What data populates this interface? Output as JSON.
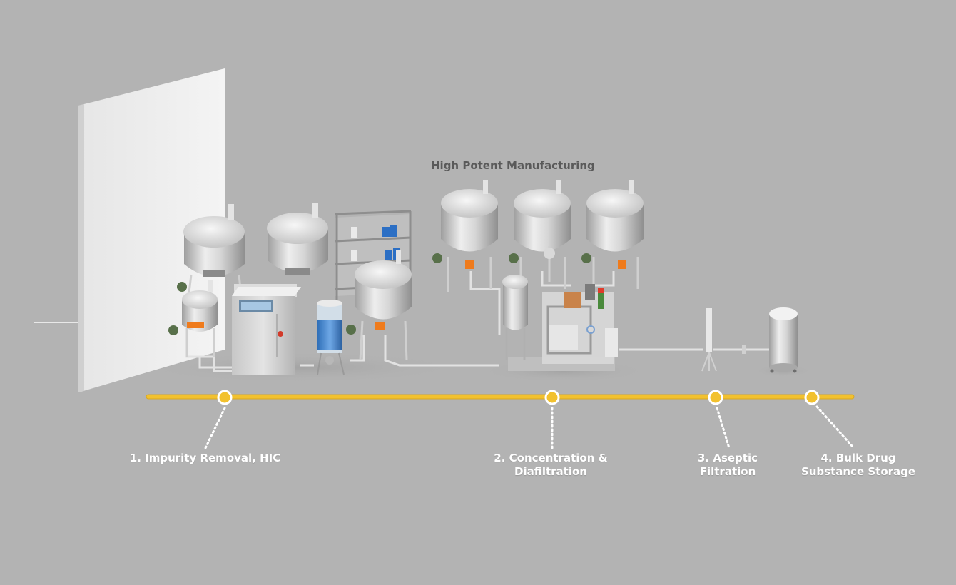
{
  "area_title": "High Potent Manufacturing",
  "colors": {
    "background": "#b3b3b3",
    "timeline": "#f2c12e",
    "label_text": "#ffffff",
    "area_title": "#5a5a5a"
  },
  "steps": [
    {
      "line1": "1. Impurity Removal, HIC",
      "line2": ""
    },
    {
      "line1": "2. Concentration &",
      "line2": "Diafiltration"
    },
    {
      "line1": "3. Aseptic",
      "line2": "Filtration"
    },
    {
      "line1": "4. Bulk Drug",
      "line2": "Substance Storage"
    }
  ]
}
